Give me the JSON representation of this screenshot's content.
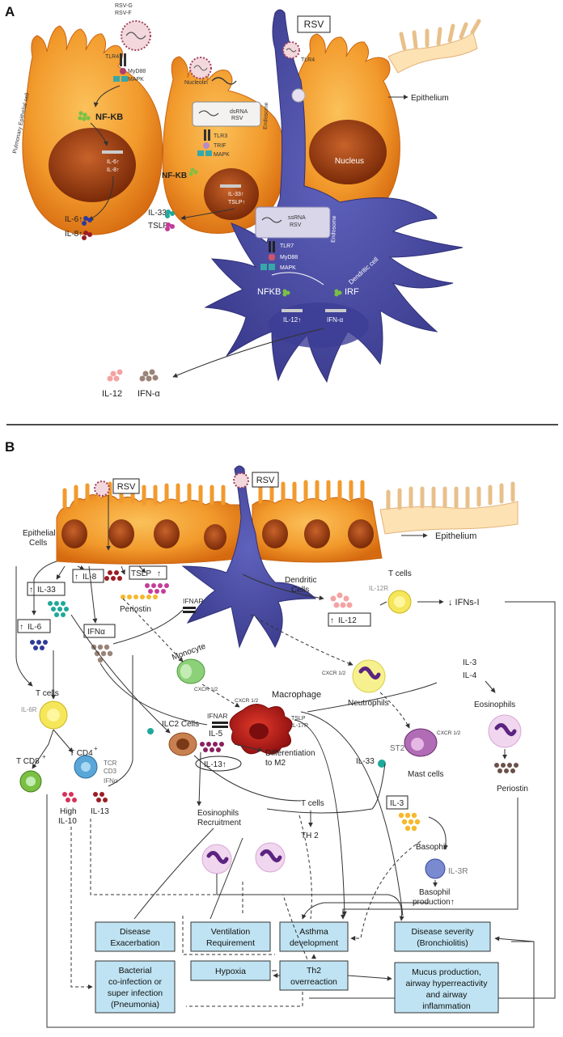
{
  "panel_a": {
    "label": "A",
    "rsv_box": "RSV",
    "rsv_g": "RSV-G",
    "rsv_f": "RSV-F",
    "tlr4": "TLR4",
    "tlr4_b": "TLR4",
    "myd88": "MyD88",
    "mapk": "MAPK",
    "nfkb": "NF-KB",
    "pulmonary_cell": "Pulmonary Epithelial cell",
    "il6_up": "IL-6↑",
    "il8_up": "IL-8↑",
    "il6_out": "IL-6↑",
    "il8_out": "IL-8↑",
    "nucleolin": "Nucleolin",
    "dsrna": "dsRNA",
    "rsv_small": "RSV",
    "endosome": "Endosome",
    "tlr3": "TLR3",
    "trif": "TRIF",
    "mapk2": "MAPK",
    "nfkb2": "NF-KB",
    "il33_up": "IL-33↑",
    "tslp_up": "TSLP↑",
    "il33_out": "IL-33↑",
    "tslp_out": "TSLP↑",
    "epithelium": "Epithelium",
    "nucleus": "Nucleus",
    "ssrna": "ssRNA",
    "rsv_small2": "RSV",
    "endosome2": "Endosome",
    "tlr7": "TLR7",
    "myd88_2": "MyD88",
    "mapk3": "MAPK",
    "dendritic_cell": "Dendritic cell",
    "nfkb3": "NFKB",
    "irf": "IRF",
    "il12_up": "IL-12↑",
    "ifna_in": "IFN-α",
    "il12_out": "IL-12",
    "ifna_out": "IFN-α"
  },
  "panel_b": {
    "label": "B",
    "rsv_box1": "RSV",
    "rsv_box2": "RSV",
    "epithelial_cells": "Epithelial\nCells",
    "epithelium": "Epithelium",
    "il33": "IL-33",
    "il8": "IL-8",
    "tslp": "TSLP",
    "periostin": "Periostin",
    "ifnar": "IFNAR",
    "dendritic_cells": "Dendritic\nCells",
    "il12": "IL-12",
    "il12r": "IL-12R",
    "t_cells_top": "T cells",
    "ifns_i": "↓ IFNs-I",
    "il6": "IL-6",
    "ifna": "IFNα",
    "monocyte": "Monocyte",
    "cxcr_mono": "CXCR 1/2",
    "cxcr_neut": "CXCR 1/2",
    "neutrophils": "Neutrophils",
    "il3_top": "IL-3",
    "il4_top": "IL-4",
    "eosinophils_r": "Eosinophils",
    "periostin_r": "Periostin",
    "cxcr_mac": "CXCR 1/2",
    "macrophage": "Macrophage",
    "ifnar_mac": "IFNAR",
    "tslp_il17r_1": "TSLP",
    "tslp_il17r_2": "IL-17R",
    "il6r": "IL-6R",
    "t_cells_l": "T cells",
    "ilc2": "ILC2 Cells",
    "il5": "IL-5",
    "il13_up": "IL-13↑",
    "differentiation": "Differentiation\nto M2",
    "il33_mast": "IL-33",
    "st2": "ST2",
    "cxcr_mast": "CXCR 1/2",
    "mast_cells": "Mast cells",
    "tcd4": "T CD4",
    "tcr": "TCR",
    "cd3": "CD3",
    "ifna_cd4": "IFNα",
    "tcd8": "T CD8",
    "high_il10": "High\nIL-10",
    "il13": "IL-13",
    "eos_recruit": "Eosinophils\nRecruitment",
    "t_cells_th2": "T cells",
    "th2": "TH 2",
    "il3_box": "IL-3",
    "basophil": "Basophil",
    "il3r": "IL-3R",
    "basophil_prod": "Basophil\nproduction↑",
    "out_exacerbation": "Disease\nExacerbation",
    "out_ventilation": "Ventilation\nRequirement",
    "out_asthma": "Asthma\ndevelopment",
    "out_severity": "Disease severity\n(Bronchiolitis)",
    "out_hypoxia": "Hypoxia",
    "out_th2": "Th2\noverreaction",
    "out_bacterial": "Bacterial\nco-infection or\nsuper infection\n(Pneumonia)",
    "out_mucus": "Mucus production,\nairway hyperreactivity\nand airway\ninflammation"
  },
  "colors": {
    "epithelial_orange": "#f0922a",
    "nucleus_brown": "#9b3d12",
    "dendritic_blue": "#4e4fa6",
    "outcome_cyan": "#bfe3f2",
    "il8_red": "#9b1c24",
    "il6_blue": "#2f3a9a",
    "il33_teal": "#1ea89a",
    "tslp_magenta": "#c43c9a",
    "il12_pink": "#f4a3a3",
    "ifna_taupe": "#9a8378",
    "periostin_yellow": "#f5b82e",
    "neutrophil_purple": "#5b2480"
  }
}
